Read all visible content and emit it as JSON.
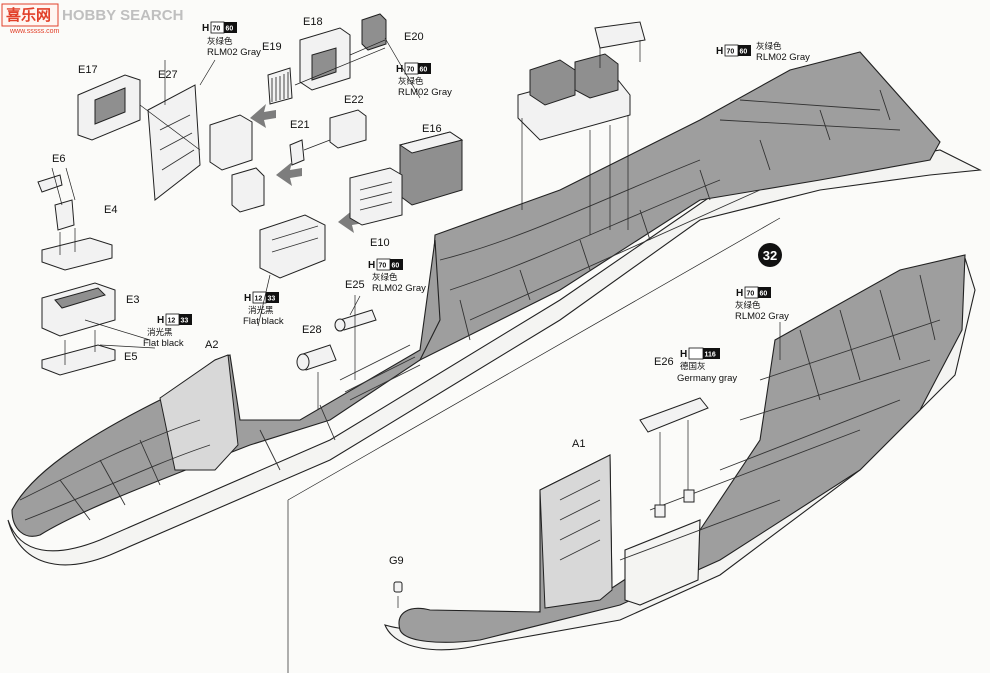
{
  "watermark": {
    "logo": "喜乐网",
    "text": "HOBBY SEARCH",
    "url": "www.sssss.com"
  },
  "step": {
    "number": "32"
  },
  "parts": {
    "E17": "E17",
    "E27": "E27",
    "E18": "E18",
    "E19": "E19",
    "E20": "E20",
    "E21": "E21",
    "E22": "E22",
    "E16": "E16",
    "E6": "E6",
    "E4": "E4",
    "E10": "E10",
    "E3": "E3",
    "E5": "E5",
    "E25": "E25",
    "E28": "E28",
    "A2": "A2",
    "A1": "A1",
    "E26": "E26",
    "G9": "G9"
  },
  "paint": {
    "rlm_top": {
      "h": "H",
      "code": "70",
      "code2": "60",
      "cn": "灰绿色",
      "name": "RLM02 Gray"
    },
    "rlm_e20": {
      "h": "H",
      "code": "70",
      "code2": "60",
      "cn": "灰绿色",
      "name": "RLM02 Gray"
    },
    "rlm_wing": {
      "h": "H",
      "code": "70",
      "code2": "60",
      "cn": "灰绿色",
      "name": "RLM02 Gray"
    },
    "rlm_e25": {
      "h": "H",
      "code": "70",
      "code2": "60",
      "cn": "灰绿色",
      "name": "RLM02 Gray"
    },
    "rlm_step32": {
      "h": "H",
      "code": "70",
      "code2": "60",
      "cn": "灰绿色",
      "name": "RLM02 Gray"
    },
    "black_e10": {
      "h": "H",
      "code": "12",
      "code2": "33",
      "cn": "消光黑",
      "name": "Flat black"
    },
    "black_e3": {
      "h": "H",
      "code": "12",
      "code2": "33",
      "cn": "消光黑",
      "name": "Flat black"
    },
    "germany": {
      "h": "H",
      "code": "",
      "code2": "116",
      "cn": "德国灰",
      "name": "Germany gray"
    }
  }
}
